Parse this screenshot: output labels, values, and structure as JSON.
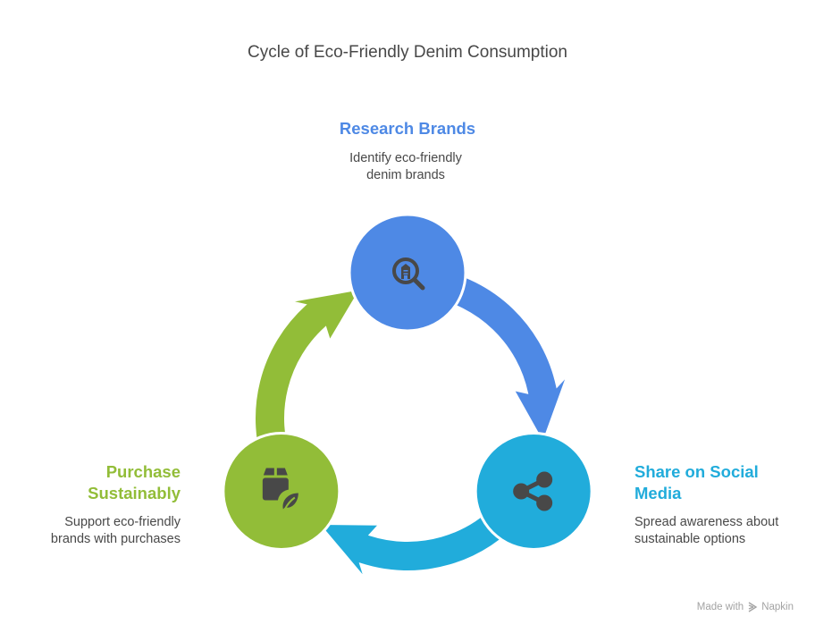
{
  "title": "Cycle of Eco-Friendly Denim Consumption",
  "steps": [
    {
      "heading": "Research Brands",
      "description_lines": [
        "Identify eco-friendly",
        "denim brands"
      ],
      "icon": "search-building-icon",
      "color": "#4e89e5"
    },
    {
      "heading_lines": [
        "Share on Social",
        "Media"
      ],
      "description_lines": [
        "Spread awareness about",
        "sustainable options"
      ],
      "icon": "share-icon",
      "color": "#21acdb"
    },
    {
      "heading_lines": [
        "Purchase",
        "Sustainably"
      ],
      "description_lines": [
        "Support eco-friendly",
        "brands with purchases"
      ],
      "icon": "box-leaf-icon",
      "color": "#92bd38"
    }
  ],
  "icon_color": "#484848",
  "footer": {
    "made_with": "Made with",
    "brand": "Napkin"
  }
}
